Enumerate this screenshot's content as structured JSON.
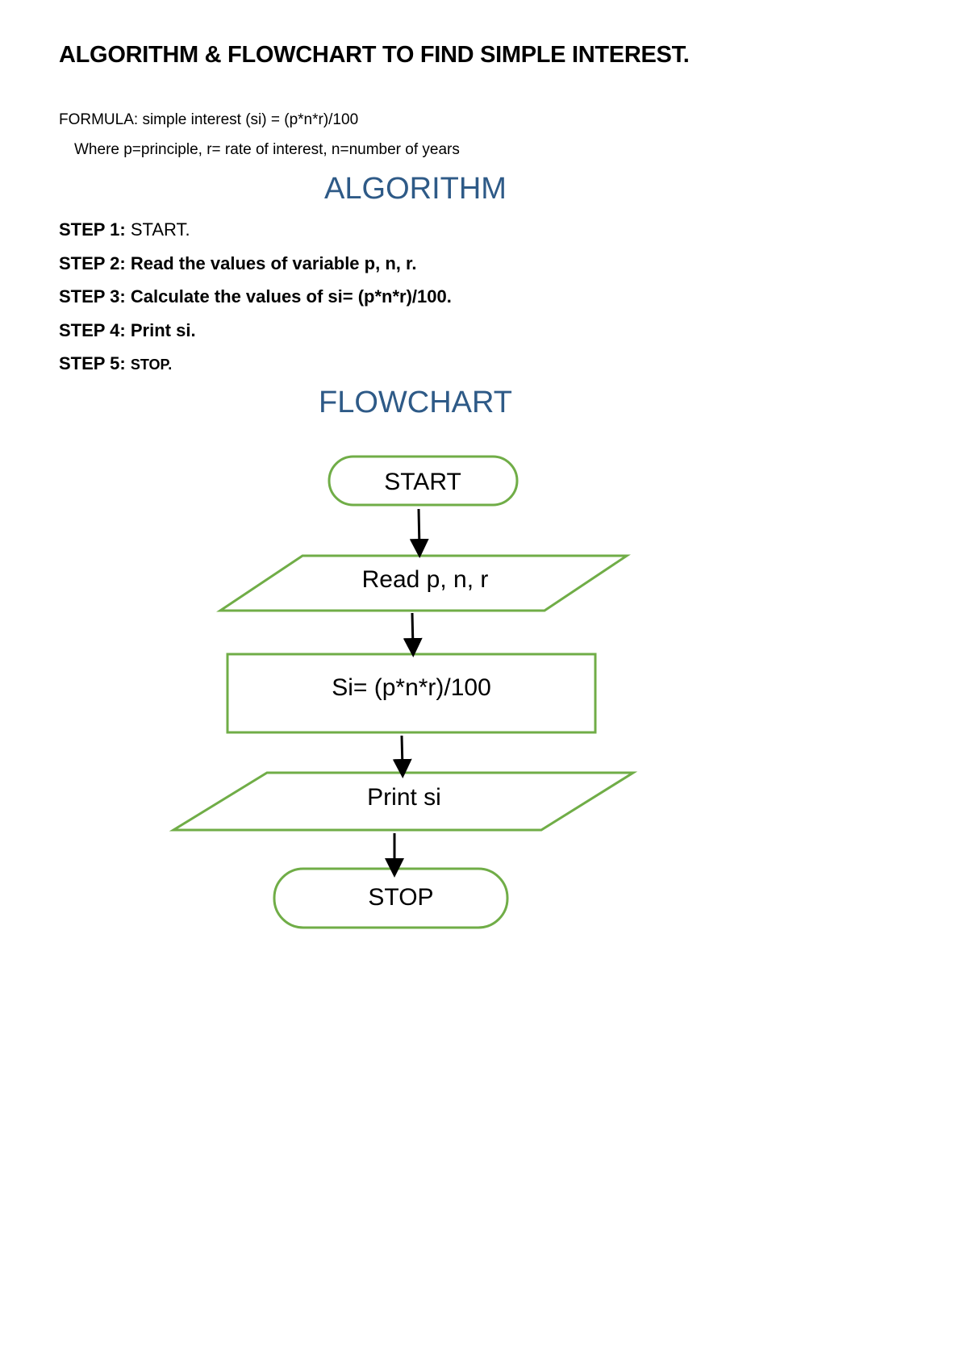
{
  "title": "ALGORITHM & FLOWCHART TO FIND SIMPLE INTEREST.",
  "formula": "FORMULA: simple interest (si) = (p*n*r)/100",
  "where": "Where p=principle, r= rate of interest, n=number of years",
  "algorithm_heading": "ALGORITHM",
  "steps": [
    {
      "label": "STEP 1:",
      "text": "START."
    },
    {
      "label": "STEP 2:",
      "text": "Read the values of variable p, n, r."
    },
    {
      "label": "STEP 3:",
      "text": "Calculate the values of si= (p*n*r)/100."
    },
    {
      "label": "STEP 4:",
      "text": "Print si."
    },
    {
      "label": "STEP 5:",
      "text": "STOP."
    }
  ],
  "flowchart_heading": "FLOWCHART",
  "flowchart": {
    "start": "START",
    "input": "Read p, n, r",
    "process": "Si= (p*n*r)/100",
    "output": "Print si",
    "stop": "STOP",
    "shape_color": "#70AD47"
  }
}
